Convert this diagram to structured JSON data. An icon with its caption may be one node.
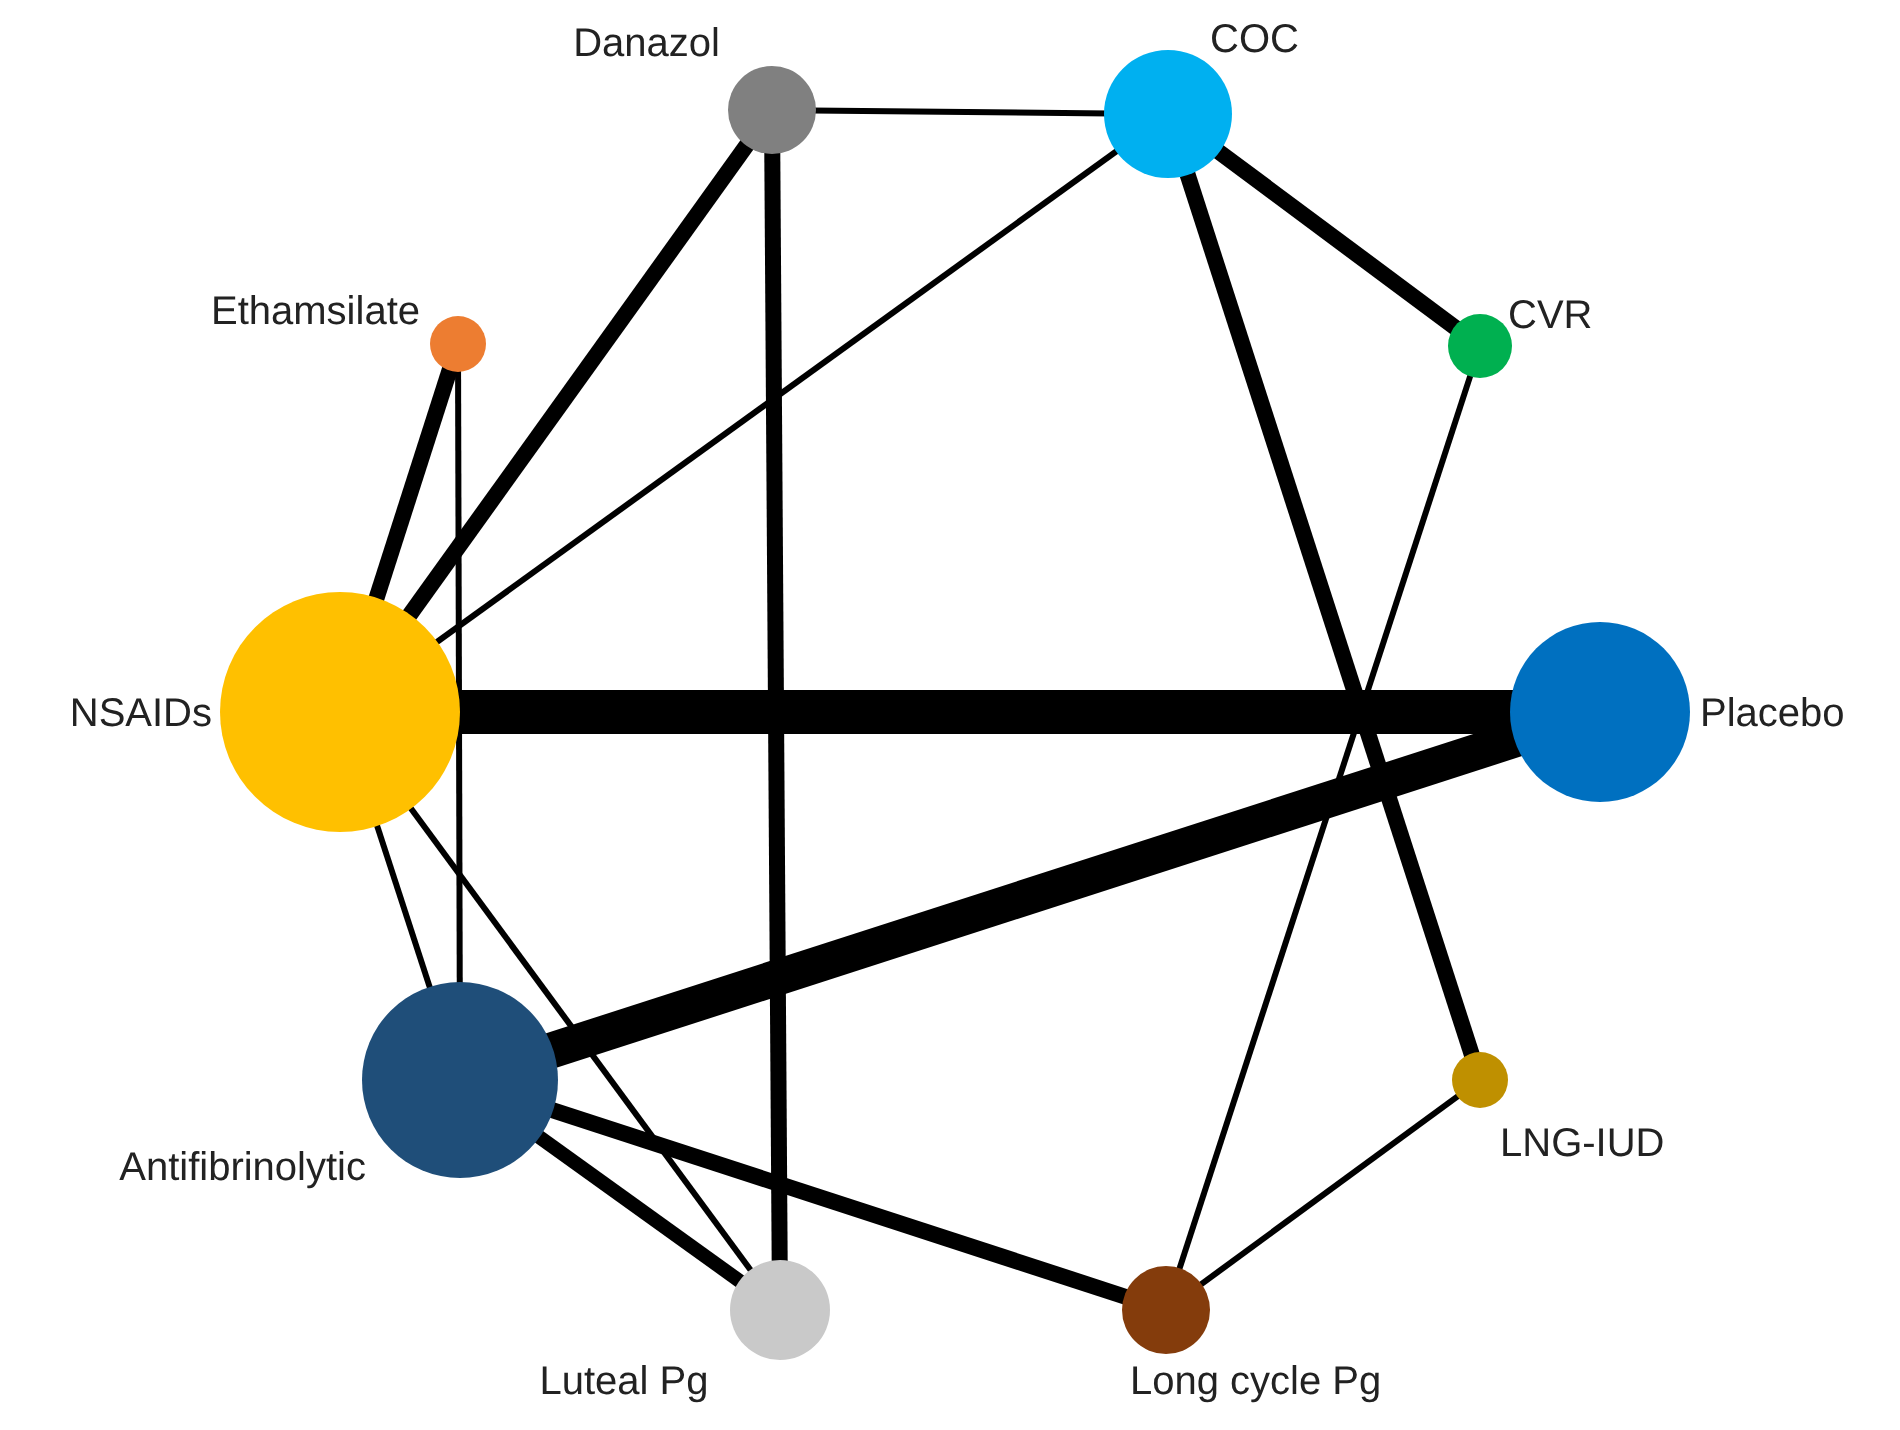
{
  "diagram": {
    "nodes": [
      {
        "text": [
          "Danazol"
        ]
      },
      {
        "text": [
          "COC"
        ]
      },
      {
        "text": [
          "Ethamsilate"
        ]
      },
      {
        "text": [
          "CVR"
        ]
      },
      {
        "text": [
          "NSAIDs"
        ]
      },
      {
        "text": [
          "Placebo"
        ]
      },
      {
        "text": [
          "Antifibrinolytic"
        ]
      },
      {
        "text": [
          "LNG-IUD"
        ]
      },
      {
        "text": [
          "Luteal Pg"
        ]
      },
      {
        "text": [
          "Long cycle Pg"
        ]
      }
    ],
    "edges": [
      {
        "from": 0,
        "to": 1,
        "arrow": "none"
      },
      {
        "from": 0,
        "to": 4,
        "arrow": "none"
      },
      {
        "from": 0,
        "to": 8,
        "arrow": "none"
      },
      {
        "from": 1,
        "to": 3,
        "arrow": "none"
      },
      {
        "from": 1,
        "to": 4,
        "arrow": "none"
      },
      {
        "from": 1,
        "to": 7,
        "arrow": "none"
      },
      {
        "from": 3,
        "to": 9,
        "arrow": "none"
      },
      {
        "from": 2,
        "to": 4,
        "arrow": "none"
      },
      {
        "from": 2,
        "to": 6,
        "arrow": "none"
      },
      {
        "from": 4,
        "to": 5,
        "arrow": "none",
        "style": "thick"
      },
      {
        "from": 4,
        "to": 6,
        "arrow": "none"
      },
      {
        "from": 4,
        "to": 8,
        "arrow": "none"
      },
      {
        "from": 5,
        "to": 6,
        "arrow": "none",
        "style": "thick"
      },
      {
        "from": 6,
        "to": 8,
        "arrow": "none"
      },
      {
        "from": 6,
        "to": 9,
        "arrow": "none"
      },
      {
        "from": 7,
        "to": 9,
        "arrow": "none"
      }
    ]
  }
}
